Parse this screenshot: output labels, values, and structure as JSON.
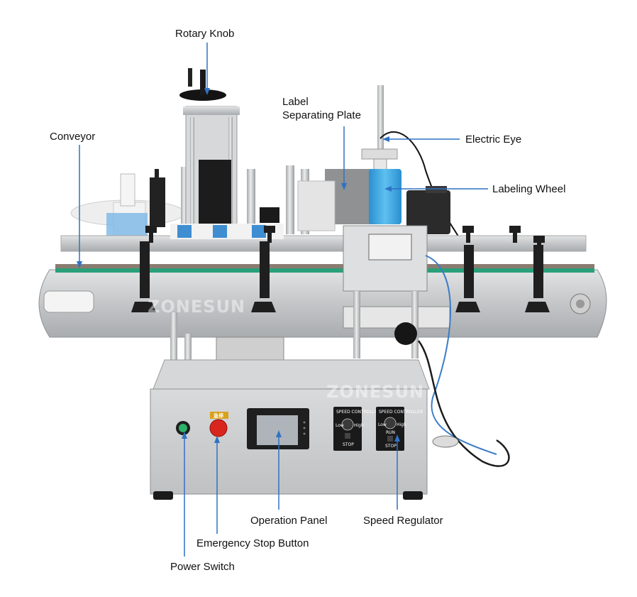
{
  "watermarks": [
    "ZONESUN",
    "ZONESUN"
  ],
  "emergency_badge": "急停",
  "speed_dial": {
    "title": "SPEED CONTROLLER",
    "run": "RUN",
    "stop": "STOP",
    "low": "Low",
    "high": "High"
  },
  "labels": {
    "rotary_knob": "Rotary Knob",
    "label_separating_plate_line1": "Label",
    "label_separating_plate_line2": "Separating Plate",
    "conveyor": "Conveyor",
    "electric_eye": "Electric Eye",
    "labeling_wheel": "Labeling Wheel",
    "operation_panel": "Operation Panel",
    "speed_regulator": "Speed Regulator",
    "emergency_stop_button": "Emergency Stop Button",
    "power_switch": "Power Switch"
  },
  "colors": {
    "leader_line": "#2f72c4",
    "stainless": "#c9cbcd",
    "stainless_dark": "#9ea1a4",
    "conveyor_belt": "#2aa07a",
    "labeling_wheel_blue": "#39a7e0",
    "emergency_red": "#d8261f",
    "power_green": "#2fb16a"
  }
}
